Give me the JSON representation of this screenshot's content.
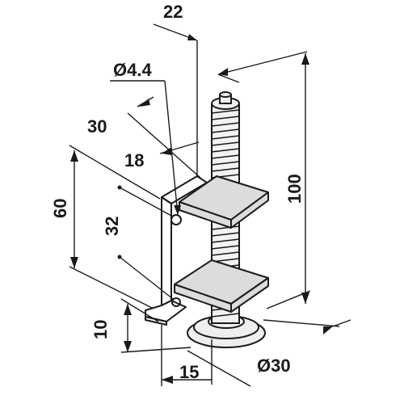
{
  "dimensions": {
    "d22": "22",
    "hole": "Ø4.4",
    "d30": "30",
    "d18": "18",
    "d60": "60",
    "d32": "32",
    "d100": "100",
    "d10": "10",
    "d15": "15",
    "foot": "Ø30"
  }
}
